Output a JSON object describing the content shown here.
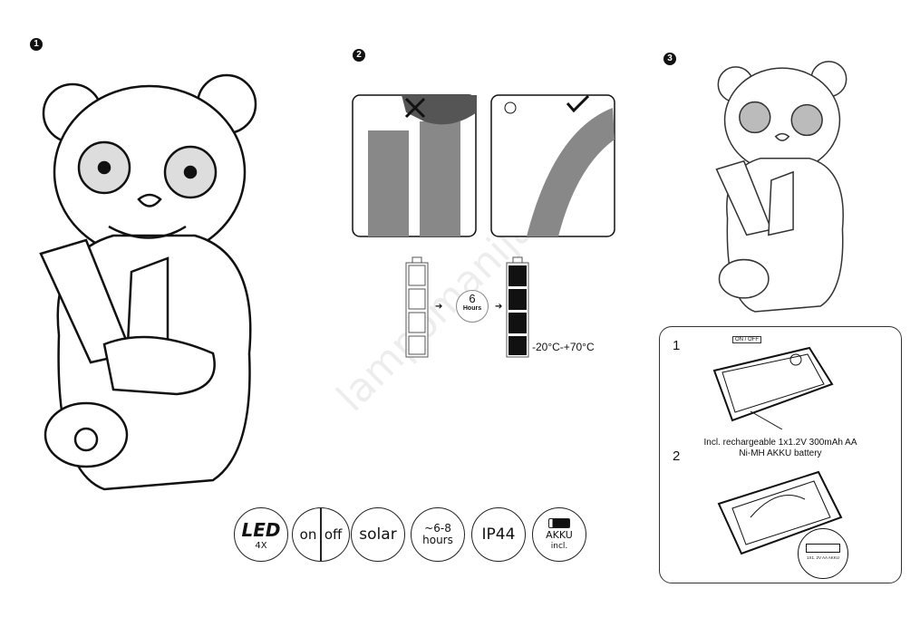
{
  "steps": [
    "1",
    "2",
    "3"
  ],
  "charging": {
    "hours_value": "6",
    "hours_label": "Hours",
    "temperature_range": "-20°C-+70°C"
  },
  "battery_panel": {
    "step1": "1",
    "step2": "2",
    "switch_label": "ON / OFF",
    "battery_note_line1": "Incl. rechargeable 1x1.2V 300mAh AA",
    "battery_note_line2": "Ni-MH AKKU battery",
    "battery_label": "1X1. 2V AA AKKU"
  },
  "feature_icons": {
    "led": "LED",
    "led_count": "4X",
    "on": "on",
    "off": "off",
    "solar": "solar",
    "hours_line1": "~6-8",
    "hours_line2": "hours",
    "ip": "IP44",
    "akku": "AKKU",
    "akku_sub": "incl."
  },
  "watermark": "lampomanija.rs"
}
